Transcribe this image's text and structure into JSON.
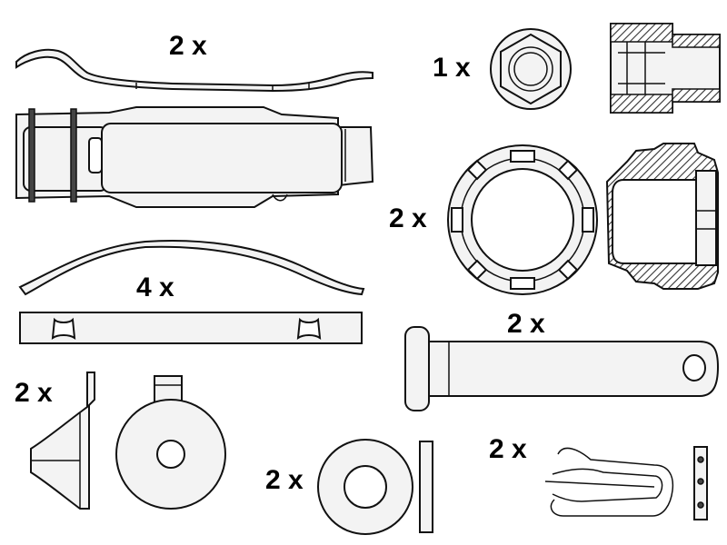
{
  "colors": {
    "line": "#111111",
    "fill": "#f3f3f3",
    "background": "#ffffff",
    "hatch": "#444444"
  },
  "parts": [
    {
      "id": "spring-clip-long",
      "quantity_label": "2 x"
    },
    {
      "id": "hex-nut",
      "quantity_label": "1 x"
    },
    {
      "id": "slotted-nut",
      "quantity_label": "2 x"
    },
    {
      "id": "leaf-spring",
      "quantity_label": "4 x"
    },
    {
      "id": "guide-pin",
      "quantity_label": "2 x"
    },
    {
      "id": "cone-cap",
      "quantity_label": "2 x"
    },
    {
      "id": "washer",
      "quantity_label": "2 x"
    },
    {
      "id": "r-clip",
      "quantity_label": "2 x"
    }
  ]
}
